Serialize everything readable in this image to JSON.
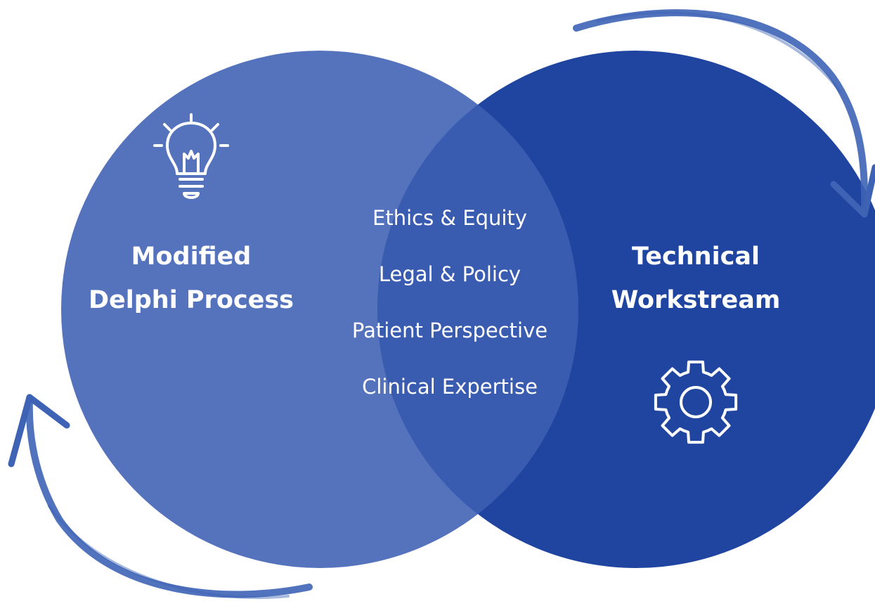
{
  "diagram": {
    "left_circle": {
      "title_line1": "Modified",
      "title_line2": "Delphi Process",
      "icon": "lightbulb-icon",
      "color": "#5573BD"
    },
    "right_circle": {
      "title_line1": "Technical",
      "title_line2": "Workstream",
      "icon": "gear-icon",
      "color": "#1F45A0"
    },
    "overlap": {
      "color": "#3A5CB0",
      "items": [
        "Ethics & Equity",
        "Legal & Policy",
        "Patient Perspective",
        "Clinical Expertise"
      ]
    },
    "arrow_color": "#3E63B5"
  }
}
